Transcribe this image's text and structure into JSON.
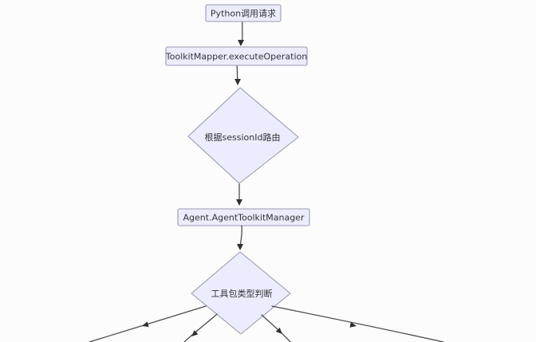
{
  "diagram": {
    "type": "flowchart",
    "direction": "top-down",
    "background": "#fcfcfc",
    "colors": {
      "node_fill": "#ececff",
      "node_border": "#9a9ab0",
      "edge_line": "#4d4d4d",
      "arrowhead": "#2f2f2f",
      "label_text": "#333333"
    },
    "nodes": [
      {
        "id": "python-call",
        "shape": "rect",
        "label": "Python调用请求"
      },
      {
        "id": "execute-operation",
        "shape": "rect",
        "label": "ToolkitMapper.executeOperation"
      },
      {
        "id": "session-routing",
        "shape": "diamond",
        "label": "根据sessionId路由"
      },
      {
        "id": "agent-toolkit-manager",
        "shape": "rect",
        "label": "Agent.AgentToolkitManager"
      },
      {
        "id": "toolkit-type-decision",
        "shape": "diamond",
        "label": "工具包类型判断"
      }
    ],
    "edges": [
      {
        "from": "python-call",
        "to": "execute-operation"
      },
      {
        "from": "execute-operation",
        "to": "session-routing"
      },
      {
        "from": "session-routing",
        "to": "agent-toolkit-manager"
      },
      {
        "from": "agent-toolkit-manager",
        "to": "toolkit-type-decision"
      },
      {
        "from": "toolkit-type-decision",
        "to": "offscreen-bottom-left-outer"
      },
      {
        "from": "toolkit-type-decision",
        "to": "offscreen-bottom-left-inner"
      },
      {
        "from": "toolkit-type-decision",
        "to": "offscreen-bottom-right-inner"
      },
      {
        "from": "toolkit-type-decision",
        "to": "offscreen-bottom-right-outer"
      }
    ]
  }
}
